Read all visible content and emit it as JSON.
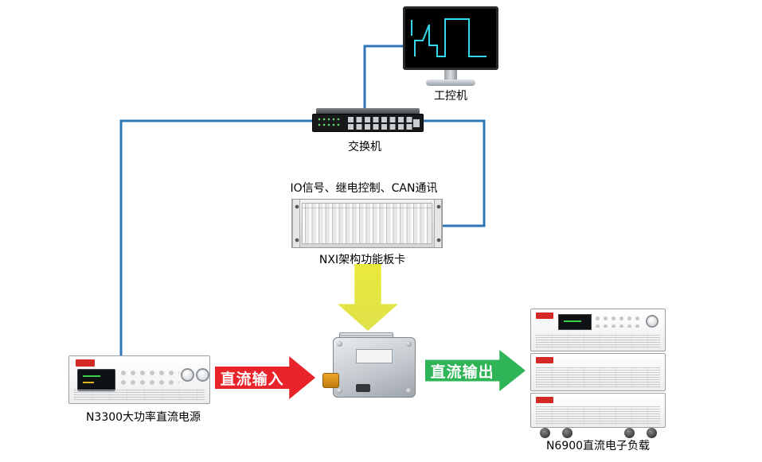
{
  "diagram": {
    "labels": {
      "industrial_pc": "工控机",
      "network_switch": "交换机",
      "nxi_io_caption": "IO信号、继电控制、CAN通讯",
      "nxi_chassis": "NXI架构功能板卡",
      "dc_power_supply": "N3300大功率直流电源",
      "dc_electronic_load": "N6900直流电子负载"
    },
    "arrows": {
      "dc_input": "直流输入",
      "dc_output": "直流输出"
    }
  },
  "colors": {
    "line_blue": "#2E75B6",
    "arrow_red": "#E8232A",
    "arrow_green": "#2FB457",
    "arrow_yellow": "#E9E93B",
    "waveform_cyan": "#35D9EF",
    "logo_red": "#D42A26"
  }
}
